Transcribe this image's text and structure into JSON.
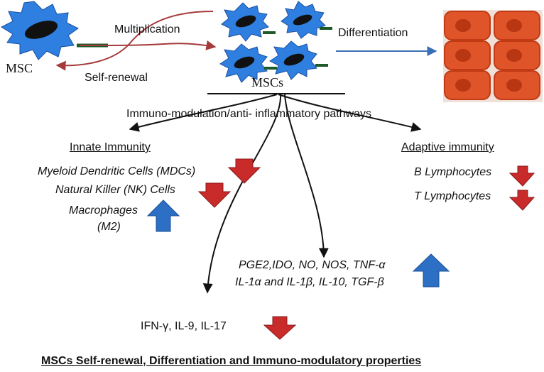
{
  "labels": {
    "msc": "MSC",
    "multiplication": "Multiplication",
    "self_renewal": "Self-renewal",
    "differentiation": "Differentiation",
    "mscs": "MSCs",
    "pathways": "Immuno-modulation/anti- inflammatory pathways",
    "innate_heading": "Innate Immunity",
    "innate_items": [
      "Myeloid Dendritic Cells (MDCs)",
      "Natural Killer (NK) Cells",
      "Macrophages",
      "(M2)"
    ],
    "adaptive_heading": "Adaptive immunity",
    "adaptive_items": [
      "B Lymphocytes",
      "T Lymphocytes"
    ],
    "mediators": [
      "PGE2,IDO, NO, NOS, TNF-α",
      "IL-1α and IL-1β, IL-10, TGF-β"
    ],
    "cytokines": "IFN-γ, IL-9, IL-17",
    "caption": "MSCs Self-renewal, Differentiation and Immuno-modulatory properties"
  },
  "colors": {
    "cell_fill": "#2f7fe0",
    "nucleus": "#111111",
    "red_arrow": "#c92a2a",
    "blue_arrow": "#2c6fc4",
    "cross_arrow_red": "#a53a3a",
    "cross_arrow_blue": "#3a6fb8",
    "tissue_fill": "#e0542a",
    "tissue_border": "#c13a14",
    "tissue_nucleus": "#b83612"
  },
  "indicators": {
    "mdc": "down",
    "nk": "down",
    "macrophages": "up",
    "b_lymphocytes": "down",
    "t_lymphocytes": "down",
    "mediators": "up",
    "cytokines": "down"
  }
}
